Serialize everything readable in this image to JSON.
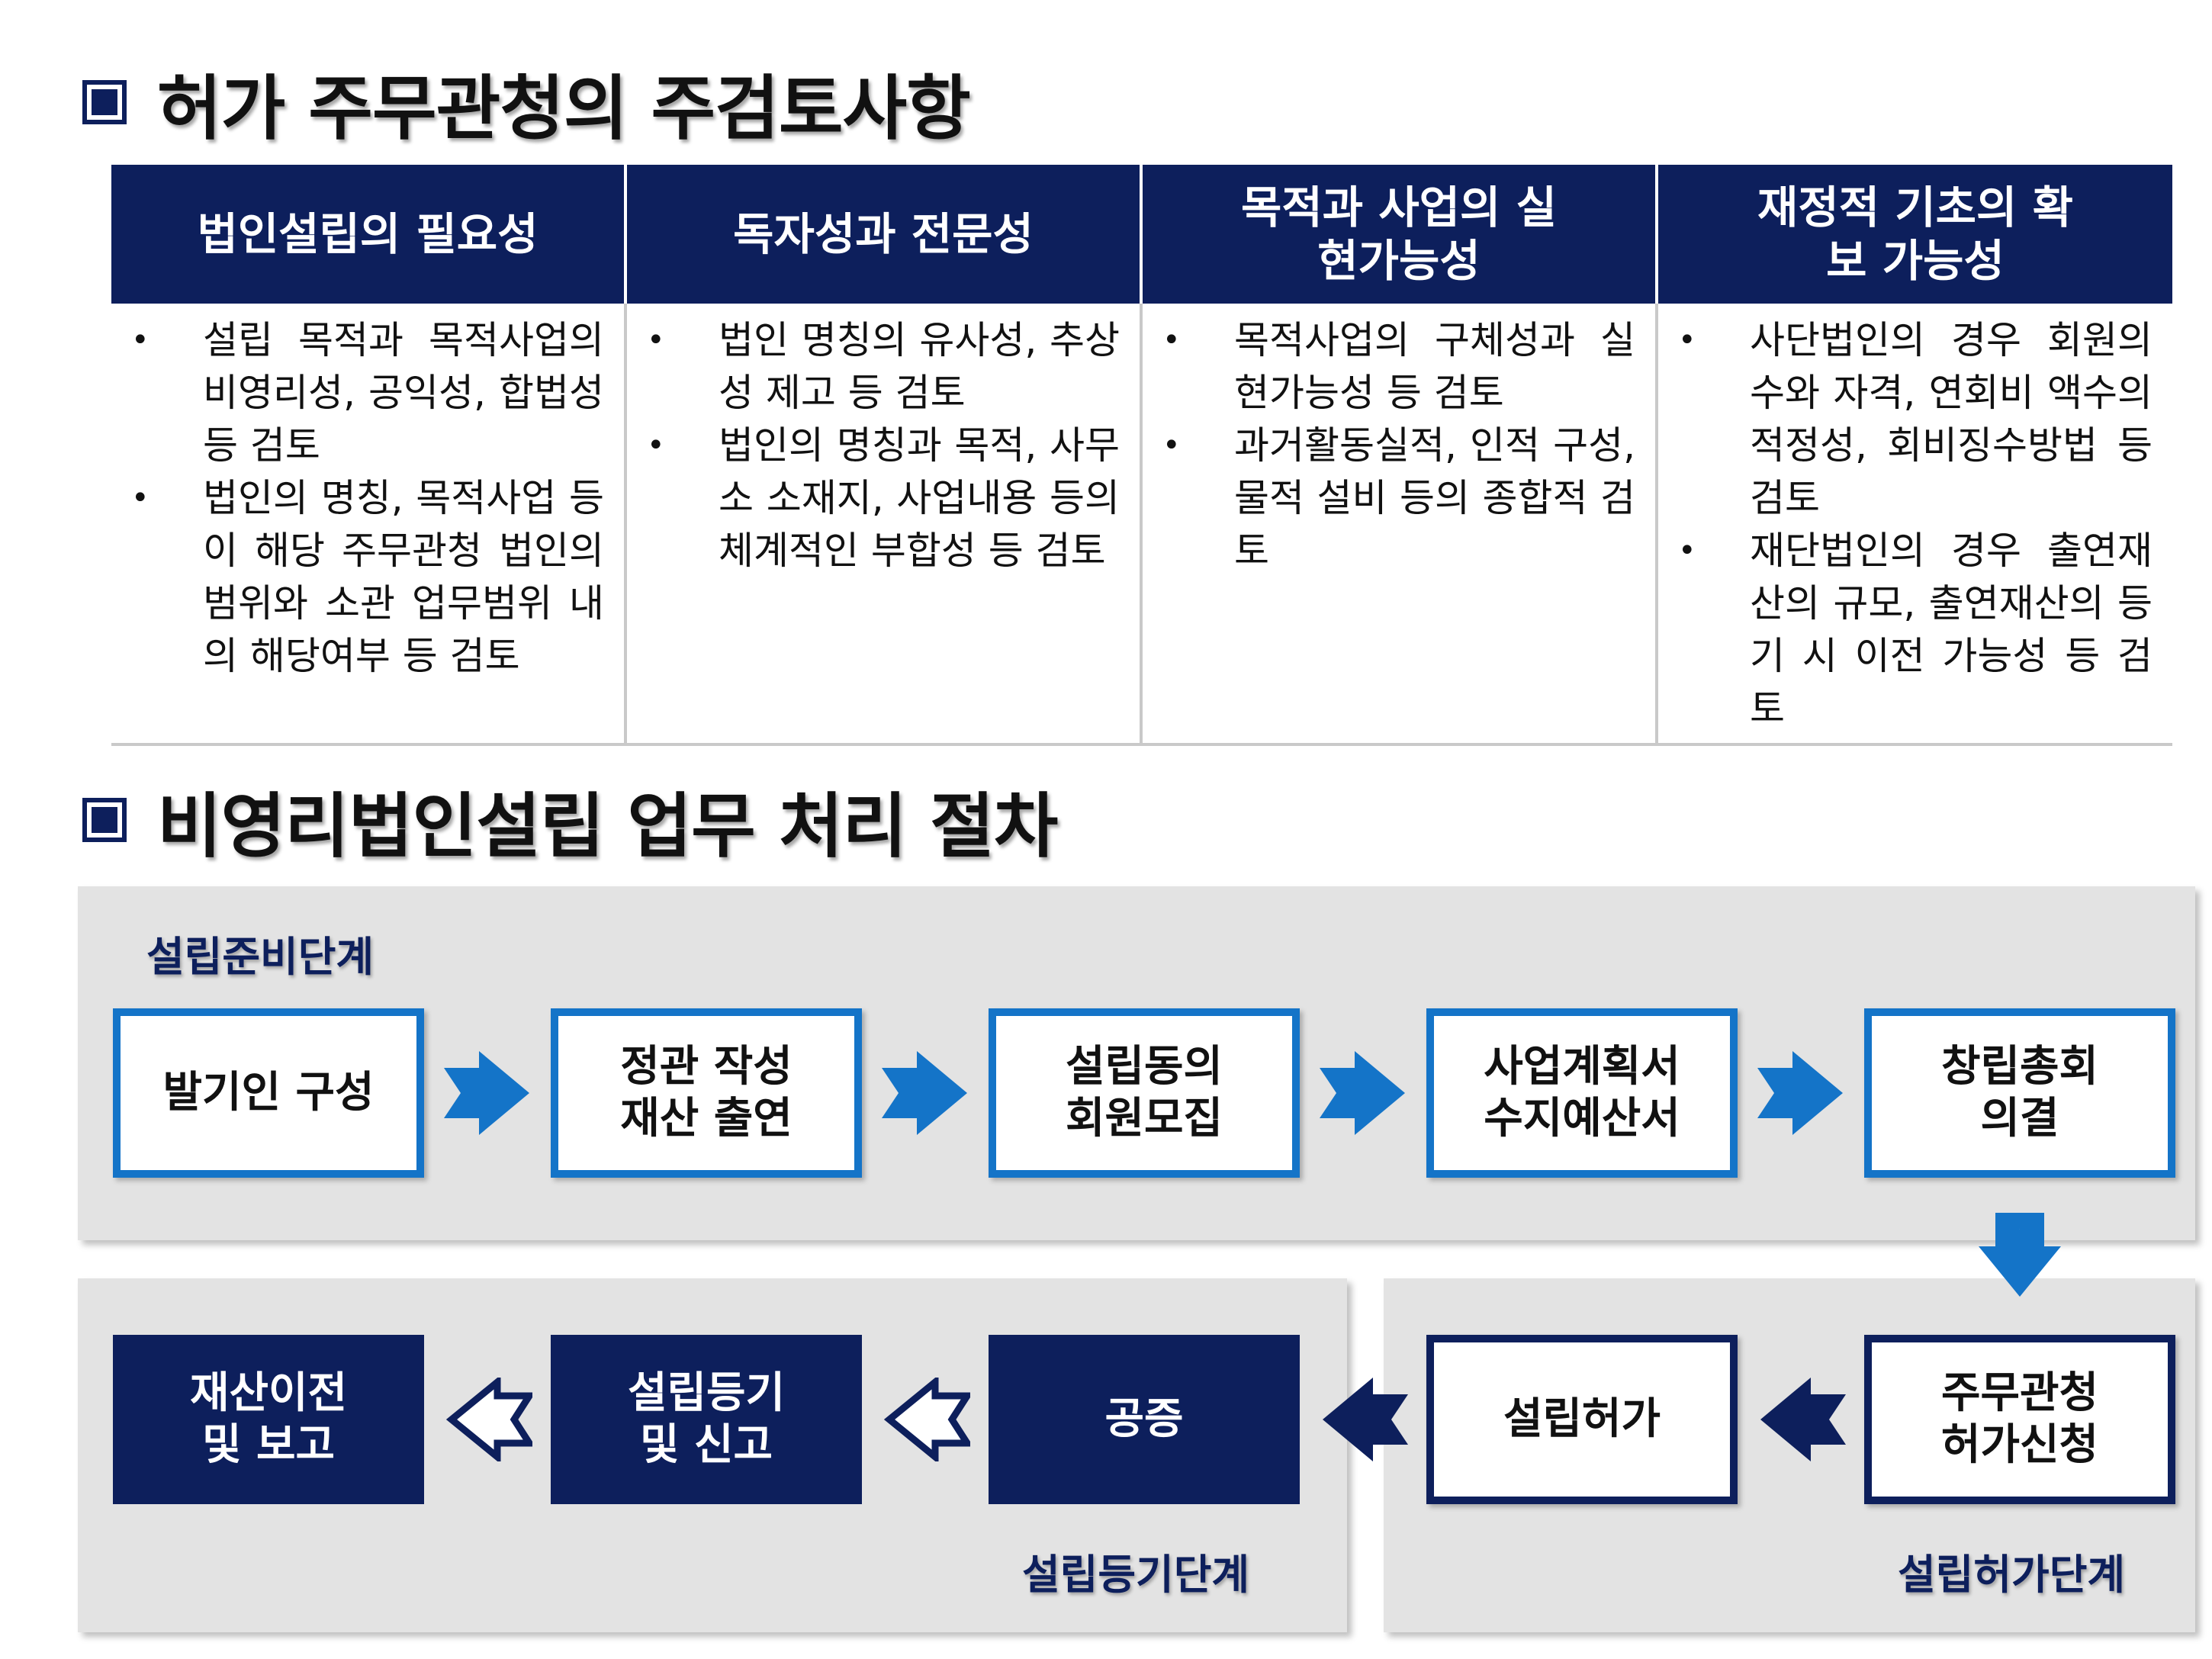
{
  "section1": {
    "title": "허가 주무관청의 주검토사항"
  },
  "columns": [
    {
      "header": "법인설립의 필요성",
      "bullets": [
        "설립 목적과 목적사업의 비영리성, 공익성, 합법성 등 검토",
        "법인의 명칭, 목적사업 등이 해당 주무관청 법인의 범위와 소관 업무범위 내의 해당여부 등 검토"
      ]
    },
    {
      "header": "독자성과 전문성",
      "bullets": [
        "법인 명칭의 유사성, 추상성 제고 등 검토",
        "법인의 명칭과 목적, 사무소 소재지, 사업내용 등의 체계적인 부합성 등 검토"
      ]
    },
    {
      "header": "목적과 사업의 실현가능성",
      "bullets": [
        "목적사업의 구체성과 실현가능성 등 검토",
        "과거활동실적, 인적 구성, 물적 설비 등의 종합적 검토"
      ]
    },
    {
      "header": "재정적 기초의 확보 가능성",
      "bullets": [
        "사단법인의 경우 회원의 수와 자격, 연회비 액수의 적정성, 회비징수방법 등 검토",
        "재단법인의 경우 출연재산의 규모, 출연재산의 등기 시 이전 가능성 등 검토"
      ]
    }
  ],
  "section2": {
    "title": "비영리법인설립 업무 처리 절차"
  },
  "stages": {
    "prep": "설립준비단계",
    "registration": "설립등기단계",
    "permission": "설립허가단계"
  },
  "steps": {
    "s1": "발기인 구성",
    "s2": "정관 작성\n재산 출연",
    "s3": "설립동의\n회원모집",
    "s4": "사업계획서\n수지예산서",
    "s5": "창립총회\n의결",
    "s6": "주무관청\n허가신청",
    "s7": "설립허가",
    "s8": "공증",
    "s9": "설립등기\n및 신고",
    "s10": "재산이전\n및 보고"
  },
  "colors": {
    "navy": "#0d1f5c",
    "blue": "#1474c8",
    "panel": "#e3e3e3"
  },
  "icons": [
    "square-bullet-icon",
    "arrow-right-icon",
    "arrow-down-icon",
    "arrow-left-icon",
    "arrow-left-outline-icon"
  ]
}
